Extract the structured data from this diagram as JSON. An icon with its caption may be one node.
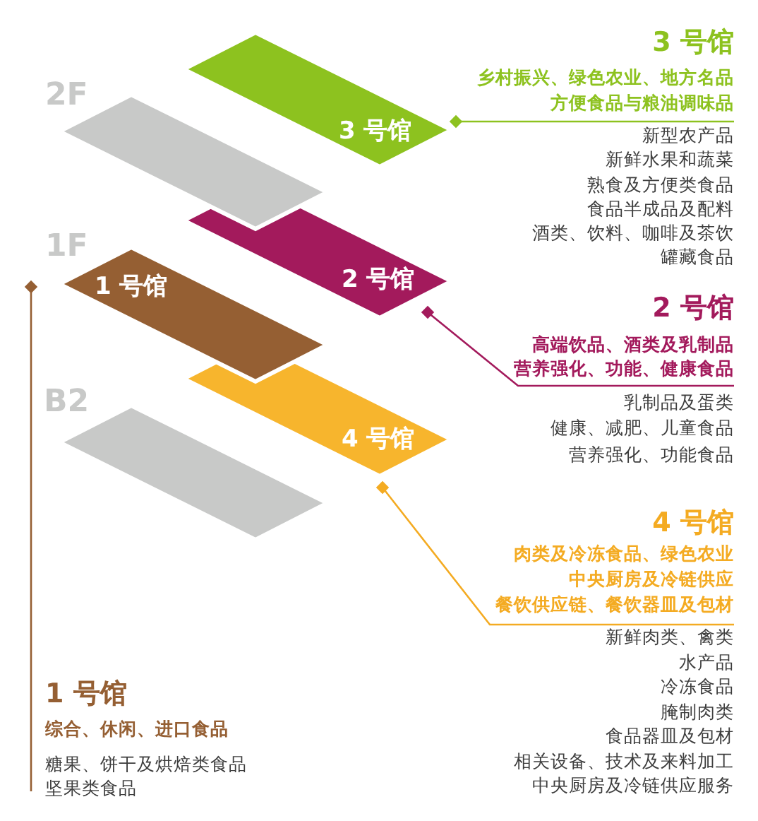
{
  "diagram": {
    "nodes": [
      {
        "text": [
          "3 号馆"
        ]
      },
      {
        "text": [
          "3 号馆",
          "乡村振兴、绿色农业、地方名品",
          "方便食品与粮油调味品",
          "新型农产品",
          "新鲜水果和蔬菜",
          "熟食及方便类食品",
          "食品半成品及配料",
          "酒类、饮料、咖啡及茶饮",
          "罐藏食品"
        ]
      },
      {
        "text": [],
        "shape": "parallelogram"
      },
      {
        "text": [
          "2 号馆"
        ]
      },
      {
        "text": [
          "2 号馆",
          "高端饮品、酒类及乳制品",
          "营养强化、功能、健康食品",
          "乳制品及蛋类",
          "健康、减肥、儿童食品",
          "营养强化、功能食品"
        ]
      },
      {
        "text": [
          "1 号馆"
        ]
      },
      {
        "text": [
          "4 号馆"
        ]
      },
      {
        "text": [],
        "shape": "parallelogram"
      },
      {
        "text": [
          "4 号馆",
          "肉类及冷冻食品、绿色农业",
          "中央厨房及冷链供应",
          "餐饮供应链、餐饮器皿及包材",
          "新鲜肉类、禽类",
          "水产品",
          "冷冻食品",
          "腌制肉类",
          "食品器皿及包材",
          "相关设备、技术及来料加工",
          "中央厨房及冷链供应服务"
        ]
      },
      {
        "text": [
          "1 号馆",
          "综合、休闲、进口食品",
          "糖果、饼干及烘焙类食品",
          "坚果类食品"
        ]
      }
    ],
    "edges": [
      {
        "from": 0,
        "to": 1,
        "arrow": "other",
        "color": "#8dc21f"
      },
      {
        "from": 3,
        "to": 4,
        "arrow": "other",
        "color": "#a31a5c"
      },
      {
        "from": 6,
        "to": 8,
        "arrow": "other",
        "color": "#f4ab22"
      },
      {
        "from": 5,
        "to": 9,
        "arrow": "other",
        "color": "#955f33"
      }
    ],
    "labels": [
      "2F",
      "1F",
      "B2"
    ]
  }
}
